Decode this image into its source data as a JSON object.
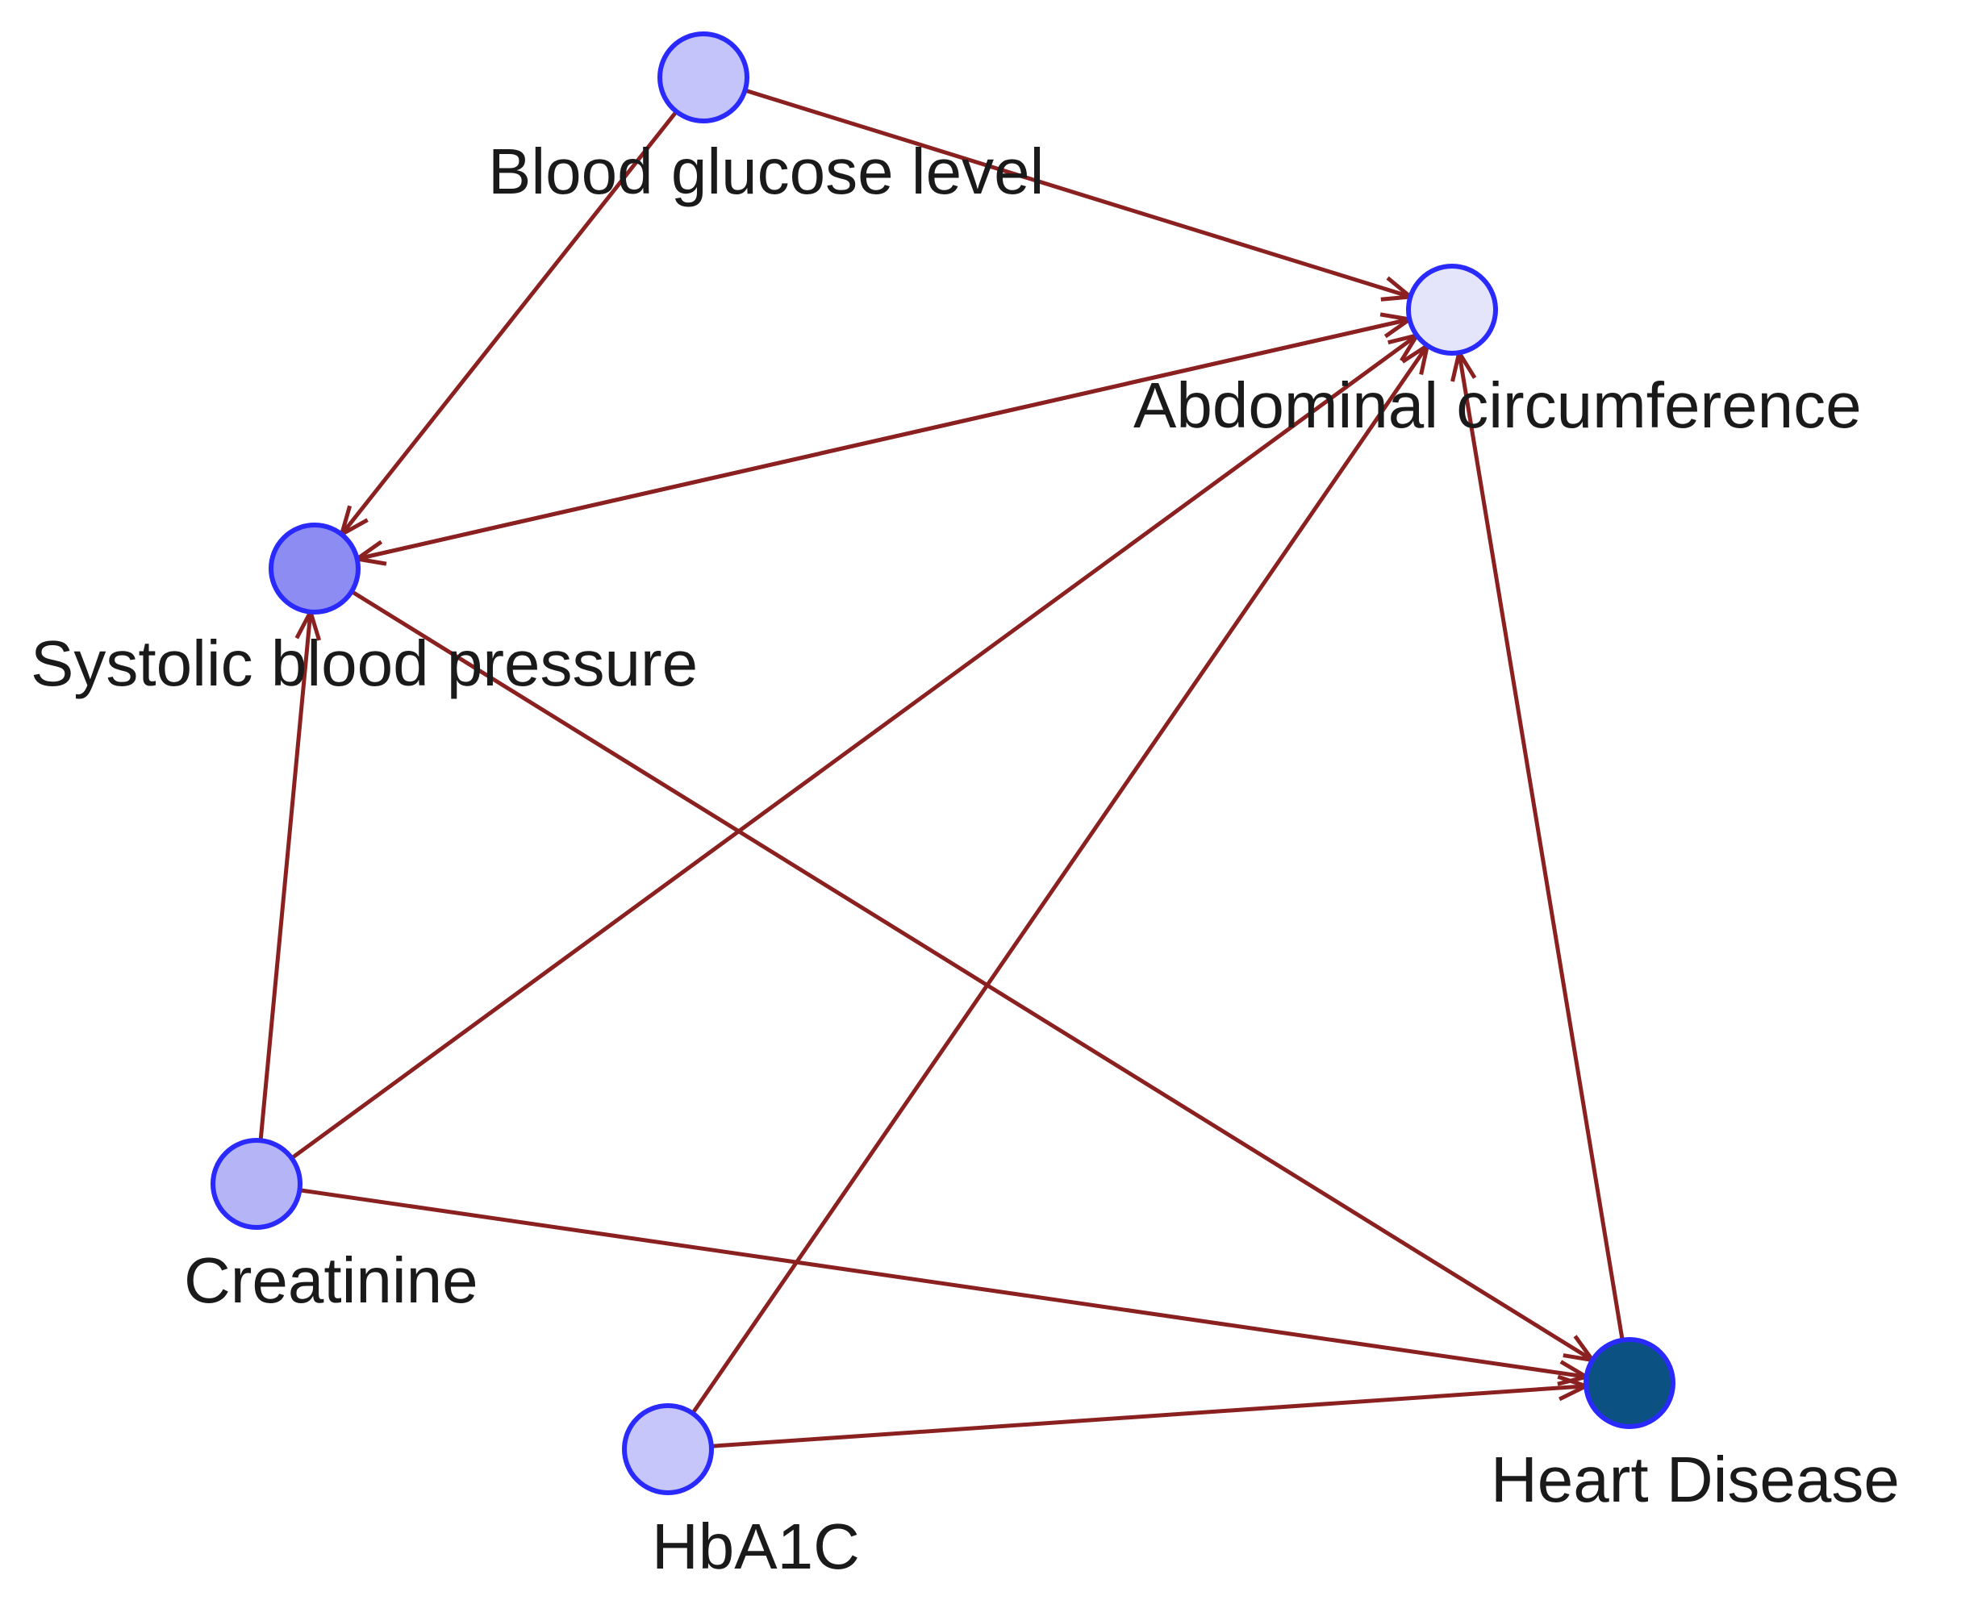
{
  "graph": {
    "nodes": [
      {
        "id": "blood_glucose",
        "label": "Blood glucose level",
        "color": "#c4c4fa"
      },
      {
        "id": "abdominal",
        "label": "Abdominal circumference",
        "color": "#e4e4fb"
      },
      {
        "id": "systolic",
        "label": "Systolic blood pressure",
        "color": "#8c8cf2"
      },
      {
        "id": "creatinine",
        "label": "Creatinine",
        "color": "#b4b4f6"
      },
      {
        "id": "hba1c",
        "label": "HbA1C",
        "color": "#c6c6fa"
      },
      {
        "id": "heart_disease",
        "label": "Heart Disease",
        "color": "#0b5282"
      }
    ],
    "edges": [
      {
        "from": "blood_glucose",
        "to": "abdominal"
      },
      {
        "from": "blood_glucose",
        "to": "systolic"
      },
      {
        "from": "systolic",
        "to": "abdominal"
      },
      {
        "from": "abdominal",
        "to": "systolic"
      },
      {
        "from": "systolic",
        "to": "heart_disease"
      },
      {
        "from": "creatinine",
        "to": "systolic"
      },
      {
        "from": "creatinine",
        "to": "abdominal"
      },
      {
        "from": "creatinine",
        "to": "heart_disease"
      },
      {
        "from": "hba1c",
        "to": "abdominal"
      },
      {
        "from": "hba1c",
        "to": "heart_disease"
      },
      {
        "from": "heart_disease",
        "to": "abdominal"
      }
    ],
    "edge_color": "#8b2020",
    "node_stroke_color": "#2a2aff"
  }
}
